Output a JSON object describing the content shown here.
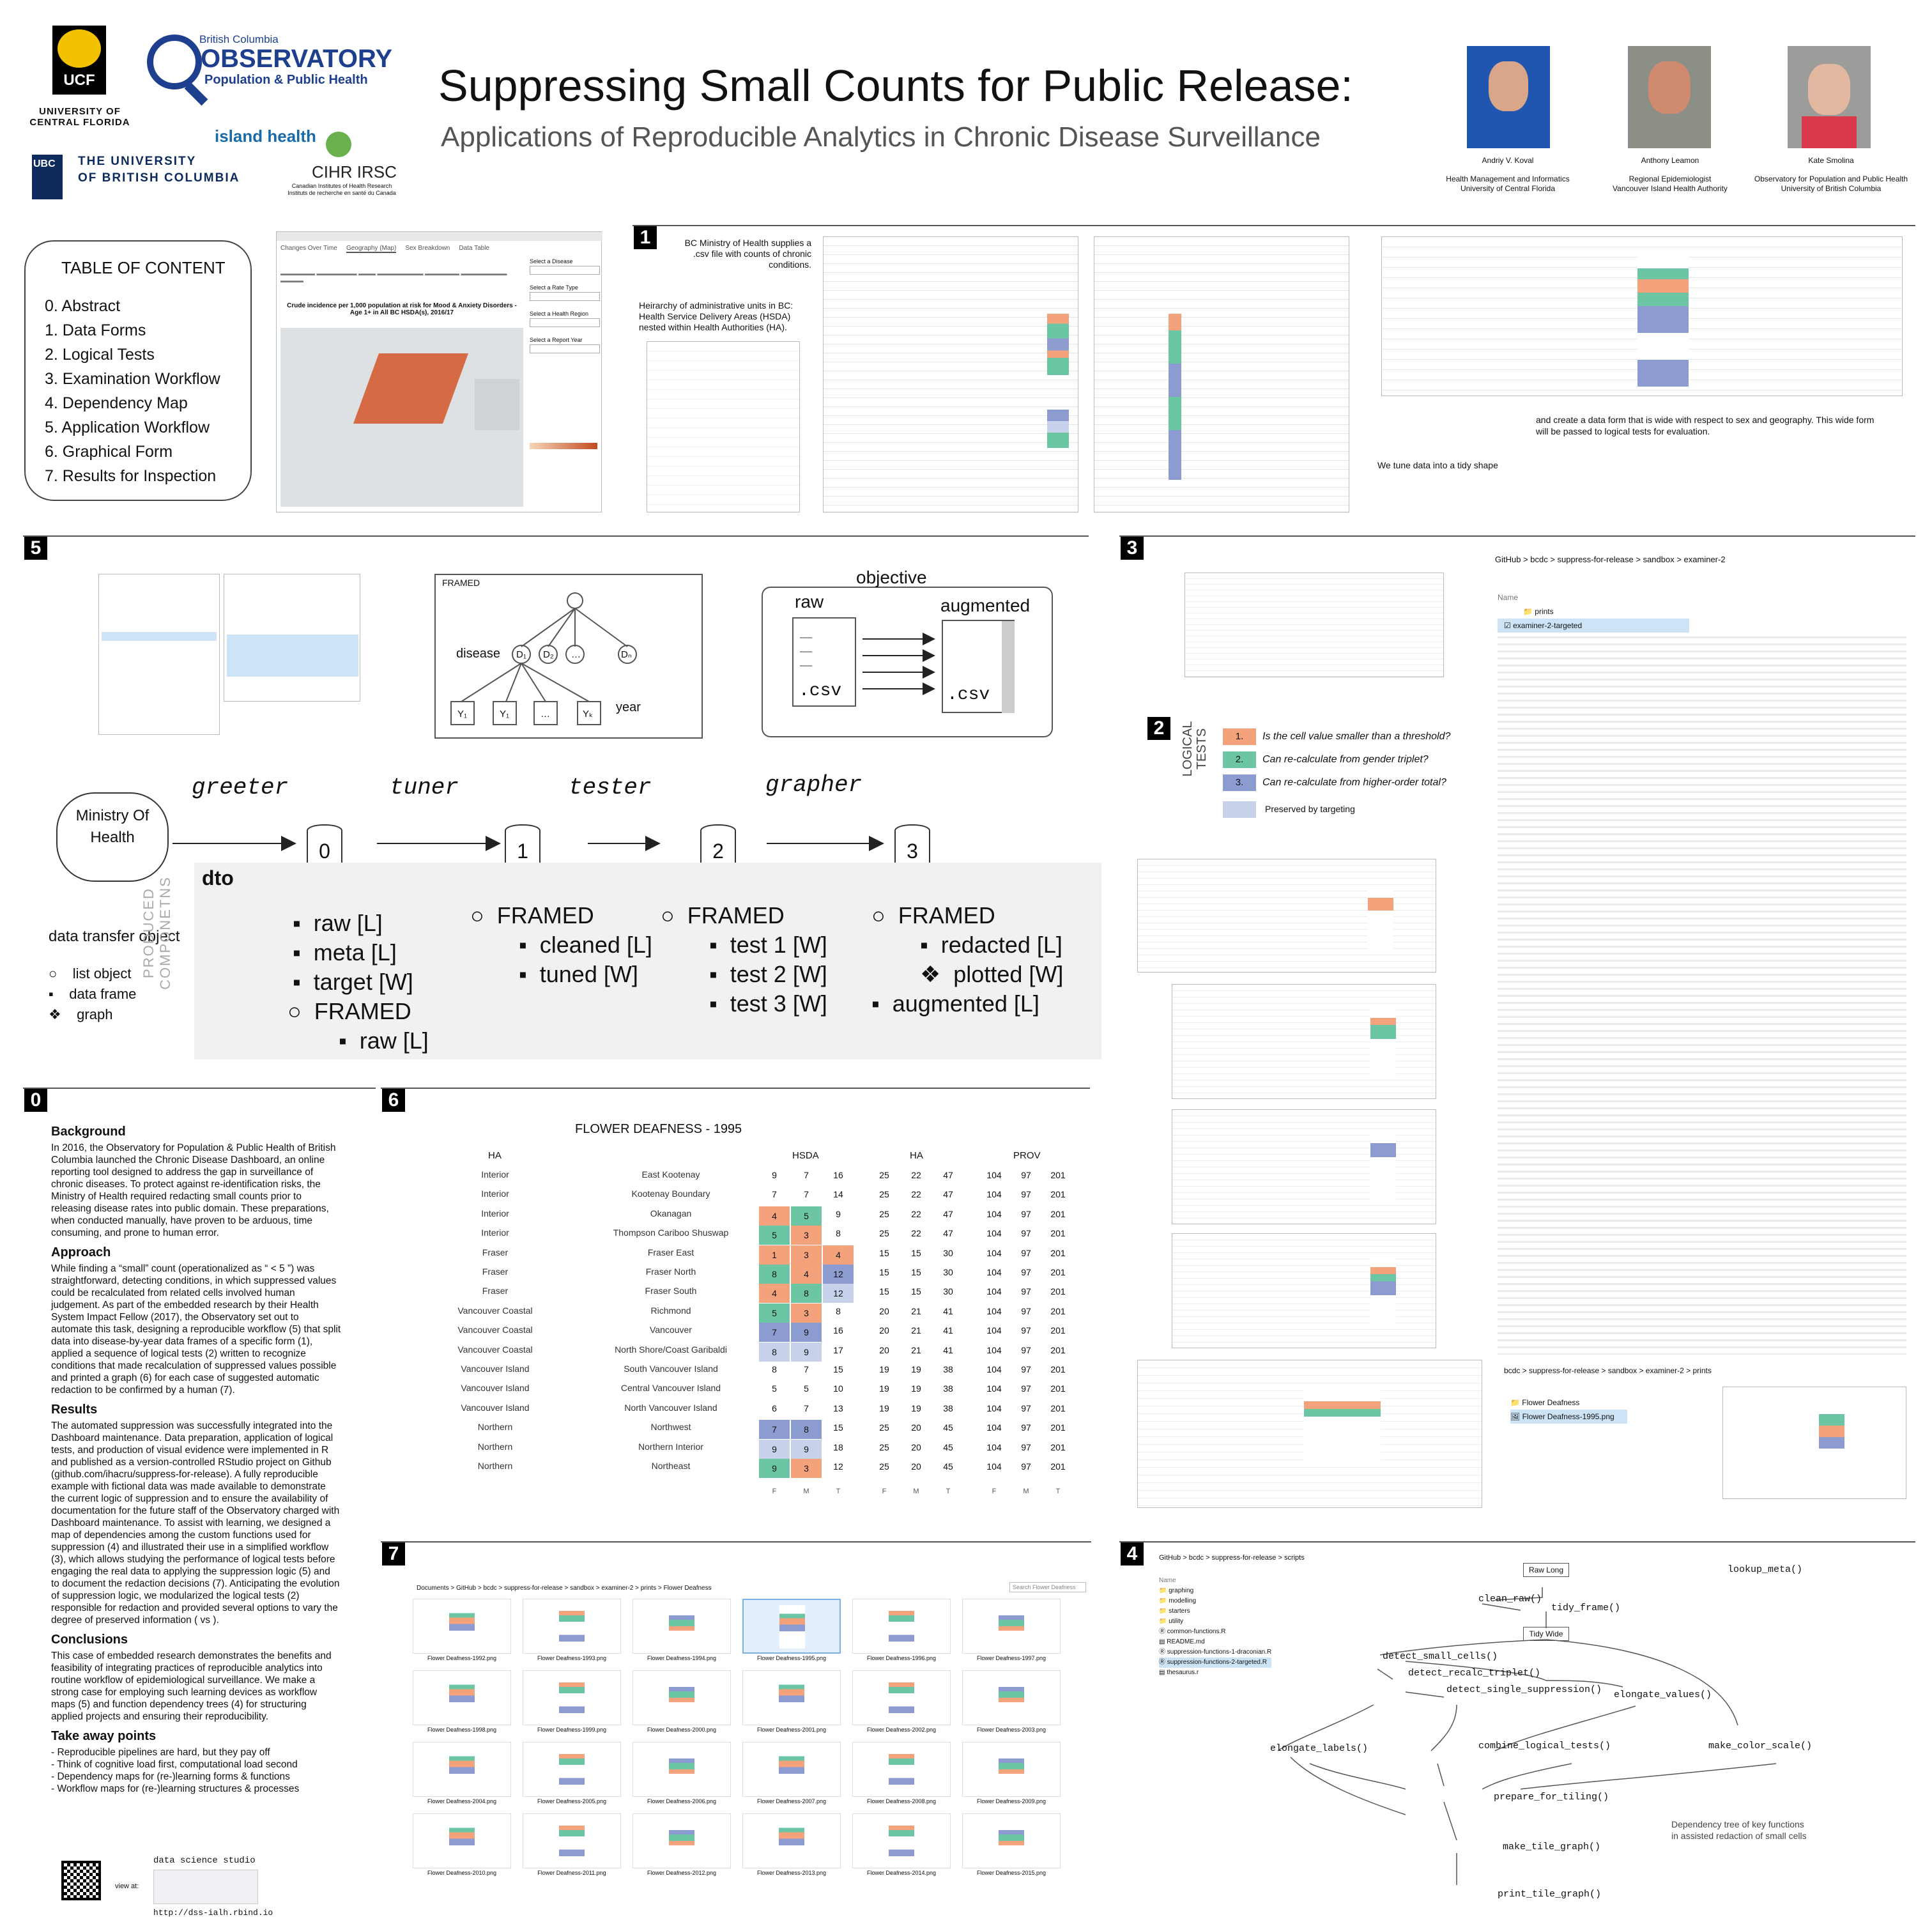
{
  "header": {
    "title": "Suppressing Small Counts for Public Release:",
    "subtitle": "Applications of Reproducible Analytics in Chronic Disease Surveillance"
  },
  "logos": {
    "ucf": "UCF",
    "ucf_name": "UNIVERSITY OF CENTRAL FLORIDA",
    "bc_small": "British Columbia",
    "bc_obs": "OBSERVATORY",
    "bc_pph": "Population & Public Health",
    "ubc": "UBC",
    "ubc_name_1": "THE UNIVERSITY",
    "ubc_name_2": "OF BRITISH COLUMBIA",
    "islandhealth": "island health",
    "cihr": "CIHR IRSC",
    "cihr_sub": "Canadian Institutes of Health Research  Instituts de recherche en santé du Canada"
  },
  "authors": [
    {
      "name": "Andriy V. Koval",
      "role": "Health Management and Informatics",
      "org": "University of Central Florida"
    },
    {
      "name": "Anthony Leamon",
      "role": "Regional Epidemiologist",
      "org": "Vancouver Island Health Authority"
    },
    {
      "name": "Kate Smolina",
      "role": "Observatory for Population and Public Health",
      "org": "University of British Columbia"
    }
  ],
  "toc": {
    "title": "TABLE OF CONTENT",
    "items": [
      "0.   Abstract",
      "1.   Data Forms",
      "2.   Logical Tests",
      "3.   Examination Workflow",
      "4.   Dependency Map",
      "5.   Application Workflow",
      "6.   Graphical Form",
      "7.   Results for Inspection"
    ]
  },
  "dashboard": {
    "tabs": [
      "Changes Over Time",
      "Geography (Map)",
      "Sex Breakdown",
      "Data Table"
    ],
    "title": "Crude incidence per 1,000 population at risk for Mood & Anxiety Disorders - Age 1+ in All BC HSDA(s), 2016/17",
    "sel1": "Select a Disease",
    "sel2": "Select a Rate Type",
    "sel3": "Select a Health Region",
    "sel4": "Select a Report Year"
  },
  "sec1": {
    "num": "1",
    "desc": "BC Ministry of Health supplies a .csv file with counts of chronic conditions.",
    "hier": "Heirarchy of administrative units in BC: Health Service Delivery Areas (HSDA) nested within Health Authorities (HA).",
    "tidy_note": "We  tune data into a tidy shape",
    "wide_note": "and create a data form that is wide with respect to sex and geography. This wide form will be passed to logical tests for evaluation."
  },
  "sec5": {
    "num": "5",
    "framed": "FRAMED",
    "disease": "disease",
    "year": "year",
    "objective": "objective",
    "raw": "raw",
    "augmented": "augmented",
    "csv": ".csv",
    "ministry": "Ministry Of Health",
    "stages": [
      "greeter",
      "tuner",
      "tester",
      "grapher"
    ],
    "nodes": [
      "0",
      "1",
      "2",
      "3"
    ],
    "dto": "dto",
    "dto_full": "data transfer object",
    "legend": [
      "list object",
      "data frame",
      "graph"
    ],
    "produced": "PRODUCED COMPONETNS",
    "col1": [
      "raw [L]",
      "meta [L]",
      "target [W]",
      "FRAMED",
      "raw [L]"
    ],
    "col2": [
      "FRAMED",
      "cleaned [L]",
      "tuned [W]"
    ],
    "col3": [
      "FRAMED",
      "test 1 [W]",
      "test 2 [W]",
      "test 3 [W]"
    ],
    "col4": [
      "FRAMED",
      "redacted [L]",
      "plotted [W]",
      "augmented [L]"
    ]
  },
  "sec3": {
    "num": "3",
    "breadcrumb": "GitHub  >  bcdc  >  suppress-for-release  >  sandbox  >  examiner-2",
    "files": [
      "prints",
      "examiner-2-targeted"
    ],
    "bottom_breadcrumb": "bcdc  >  suppress-for-release  >  sandbox  >  examiner-2  >  prints",
    "bottom_files": [
      "Flower Deafness",
      "Flower Deafness-1995.png"
    ]
  },
  "sec2": {
    "num": "2",
    "label": "LOGICAL TESTS",
    "tests": [
      "Is the cell value smaller than a threshold?",
      "Can re-calculate from gender triplet?",
      "Can re-calculate from higher-order total?"
    ],
    "preserved": "Preserved by targeting",
    "colors": {
      "t1": "#f4a27c",
      "t2": "#6cc6a4",
      "t3": "#8c9cd0",
      "pres": "#c7d2ea"
    }
  },
  "sec0": {
    "num": "0",
    "bg_title": "Background",
    "bg": "In 2016, the Observatory for Population & Public Health of British Columbia launched the Chronic Disease Dashboard, an online reporting tool designed to address the gap in surveillance of chronic diseases. To protect against re-identification risks, the Ministry of Health required redacting small counts prior to releasing disease rates into public domain. These preparations, when conducted manually, have proven to be arduous, time consuming, and prone to human error.",
    "ap_title": "Approach",
    "ap": "While finding a “small” count (operationalized as “ < 5 ”) was straightforward, detecting conditions, in which suppressed values could be recalculated from related cells involved human judgement. As part of the embedded research by their Health System Impact Fellow (2017), the Observatory set out to automate this task, designing a reproducible workflow (5) that split data into disease-by-year data frames of a specific form (1), applied a sequence of logical tests (2) written to recognize conditions that made recalculation of suppressed values possible and printed a graph (6) for each case of suggested automatic redaction to be confirmed by a human (7).",
    "res_title": "Results",
    "res": "The automated suppression was successfully integrated into the Dashboard maintenance. Data preparation, application of logical tests, and production of visual evidence were implemented in R and published as a version-controlled RStudio project on Github (github.com/ihacru/suppress-for-release). A fully reproducible example with fictional data was made available to demonstrate the current logic of suppression and to ensure the availability of documentation for the future staff of the Observatory charged with Dashboard maintenance. To assist with learning, we designed a map of dependencies among the custom functions used for suppression (4) and illustrated their use in a simplified workflow (3), which allows studying the performance of logical tests before engaging the real data to applying the suppression logic (5) and to document the redaction decisions (7). Anticipating the evolution of suppression logic, we modularized the logical tests (2) responsible for redaction and provided several options to vary the degree of preserved information (       vs       ).",
    "con_title": "Conclusions",
    "con": "This case of embedded research demonstrates the benefits and feasibility of integrating practices of reproducible analytics into routine workflow of epidemiological surveillance. We make a strong case for employing such learning devices as workflow maps (5) and function dependency trees (4) for structuring applied projects and ensuring their reproducibility.",
    "take_title": "Take away points",
    "take": [
      "-  Reproducible pipelines are hard, but they pay off",
      "-  Think of cognitive load first, computational load second",
      "-  Dependency maps for (re-)learning forms & functions",
      "-  Workflow maps for (re-)learning structures & processes"
    ],
    "dss": "data science studio",
    "view": "view at:",
    "url": "http://dss-ialh.rbind.io"
  },
  "sec6": {
    "num": "6",
    "title": "FLOWER DEAFNESS - 1995",
    "h_ha": "HA",
    "h_hsda": "HSDA",
    "h_ha2": "HA",
    "h_prov": "PROV",
    "sex": [
      "F",
      "M",
      "T",
      "F",
      "M",
      "T",
      "F",
      "M",
      "T"
    ],
    "rows": [
      {
        "ha": "Interior",
        "hsda": "East Kootenay",
        "v": [
          "9",
          "7",
          "16",
          "25",
          "22",
          "47",
          "104",
          "97",
          "201"
        ],
        "c": [
          "",
          "",
          ""
        ]
      },
      {
        "ha": "Interior",
        "hsda": "Kootenay Boundary",
        "v": [
          "7",
          "7",
          "14",
          "25",
          "22",
          "47",
          "104",
          "97",
          "201"
        ],
        "c": [
          "",
          "",
          ""
        ]
      },
      {
        "ha": "Interior",
        "hsda": "Okanagan",
        "v": [
          "4",
          "5",
          "9",
          "25",
          "22",
          "47",
          "104",
          "97",
          "201"
        ],
        "c": [
          "a",
          "b",
          ""
        ]
      },
      {
        "ha": "Interior",
        "hsda": "Thompson Cariboo Shuswap",
        "v": [
          "5",
          "3",
          "8",
          "25",
          "22",
          "47",
          "104",
          "97",
          "201"
        ],
        "c": [
          "b",
          "a",
          ""
        ]
      },
      {
        "ha": "Fraser",
        "hsda": "Fraser East",
        "v": [
          "1",
          "3",
          "4",
          "15",
          "15",
          "30",
          "104",
          "97",
          "201"
        ],
        "c": [
          "a",
          "a",
          "a"
        ]
      },
      {
        "ha": "Fraser",
        "hsda": "Fraser North",
        "v": [
          "8",
          "4",
          "12",
          "15",
          "15",
          "30",
          "104",
          "97",
          "201"
        ],
        "c": [
          "b",
          "a",
          "c"
        ]
      },
      {
        "ha": "Fraser",
        "hsda": "Fraser South",
        "v": [
          "4",
          "8",
          "12",
          "15",
          "15",
          "30",
          "104",
          "97",
          "201"
        ],
        "c": [
          "a",
          "b",
          "p"
        ]
      },
      {
        "ha": "Vancouver Coastal",
        "hsda": "Richmond",
        "v": [
          "5",
          "3",
          "8",
          "20",
          "21",
          "41",
          "104",
          "97",
          "201"
        ],
        "c": [
          "b",
          "a",
          ""
        ]
      },
      {
        "ha": "Vancouver Coastal",
        "hsda": "Vancouver",
        "v": [
          "7",
          "9",
          "16",
          "20",
          "21",
          "41",
          "104",
          "97",
          "201"
        ],
        "c": [
          "c",
          "c",
          ""
        ]
      },
      {
        "ha": "Vancouver Coastal",
        "hsda": "North Shore/Coast Garibaldi",
        "v": [
          "8",
          "9",
          "17",
          "20",
          "21",
          "41",
          "104",
          "97",
          "201"
        ],
        "c": [
          "p",
          "p",
          ""
        ]
      },
      {
        "ha": "Vancouver Island",
        "hsda": "South Vancouver Island",
        "v": [
          "8",
          "7",
          "15",
          "19",
          "19",
          "38",
          "104",
          "97",
          "201"
        ],
        "c": [
          "",
          "",
          ""
        ]
      },
      {
        "ha": "Vancouver Island",
        "hsda": "Central Vancouver Island",
        "v": [
          "5",
          "5",
          "10",
          "19",
          "19",
          "38",
          "104",
          "97",
          "201"
        ],
        "c": [
          "",
          "",
          ""
        ]
      },
      {
        "ha": "Vancouver Island",
        "hsda": "North Vancouver Island",
        "v": [
          "6",
          "7",
          "13",
          "19",
          "19",
          "38",
          "104",
          "97",
          "201"
        ],
        "c": [
          "",
          "",
          ""
        ]
      },
      {
        "ha": "Northern",
        "hsda": "Northwest",
        "v": [
          "7",
          "8",
          "15",
          "25",
          "20",
          "45",
          "104",
          "97",
          "201"
        ],
        "c": [
          "c",
          "c",
          ""
        ]
      },
      {
        "ha": "Northern",
        "hsda": "Northern Interior",
        "v": [
          "9",
          "9",
          "18",
          "25",
          "20",
          "45",
          "104",
          "97",
          "201"
        ],
        "c": [
          "p",
          "p",
          ""
        ]
      },
      {
        "ha": "Northern",
        "hsda": "Northeast",
        "v": [
          "9",
          "3",
          "12",
          "25",
          "20",
          "45",
          "104",
          "97",
          "201"
        ],
        "c": [
          "b",
          "a",
          ""
        ]
      }
    ]
  },
  "sec7": {
    "num": "7",
    "breadcrumb": "Documents  >  GitHub  >  bcdc  >  suppress-for-release  >  sandbox  >  examiner-2  >  prints  >  Flower Deafness",
    "search": "Search Flower Deafness",
    "files": [
      "Flower Deafness-1992.png",
      "Flower Deafness-1993.png",
      "Flower Deafness-1994.png",
      "Flower Deafness-1995.png",
      "Flower Deafness-1996.png",
      "Flower Deafness-1997.png",
      "Flower Deafness-1998.png",
      "Flower Deafness-1999.png",
      "Flower Deafness-2000.png",
      "Flower Deafness-2001.png",
      "Flower Deafness-2002.png",
      "Flower Deafness-2003.png",
      "Flower Deafness-2004.png",
      "Flower Deafness-2005.png",
      "Flower Deafness-2006.png",
      "Flower Deafness-2007.png",
      "Flower Deafness-2008.png",
      "Flower Deafness-2009.png",
      "Flower Deafness-2010.png",
      "Flower Deafness-2011.png",
      "Flower Deafness-2012.png",
      "Flower Deafness-2013.png",
      "Flower Deafness-2014.png",
      "Flower Deafness-2015.png"
    ]
  },
  "sec4": {
    "num": "4",
    "breadcrumb": "GitHub  >  bcdc  >  suppress-for-release  >  scripts",
    "files": [
      "graphing",
      "modelling",
      "starters",
      "utility",
      "common-functions.R",
      "README.md",
      "suppression-functions-1-draconian.R",
      "suppression-functions-2-targeted.R",
      "thesaurus.r"
    ],
    "nodes": {
      "raw_long": "Raw Long",
      "clean_raw": "clean_raw()",
      "tidy_frame": "tidy_frame()",
      "tidy_wide": "Tidy Wide",
      "lookup_meta": "lookup_meta()",
      "detect_small": "detect_small_cells()",
      "detect_recalc": "detect_recalc_triplet()",
      "detect_single": "detect_single_suppression()",
      "elongate_values": "elongate_values()",
      "elongate_labels": "elongate_labels()",
      "combine": "combine_logical_tests()",
      "make_color": "make_color_scale()",
      "prepare": "prepare_for_tiling()",
      "make_tile": "make_tile_graph()",
      "print_tile": "print_tile_graph()"
    },
    "caption": "Dependency tree of key functions in assisted redaction of small cells"
  }
}
